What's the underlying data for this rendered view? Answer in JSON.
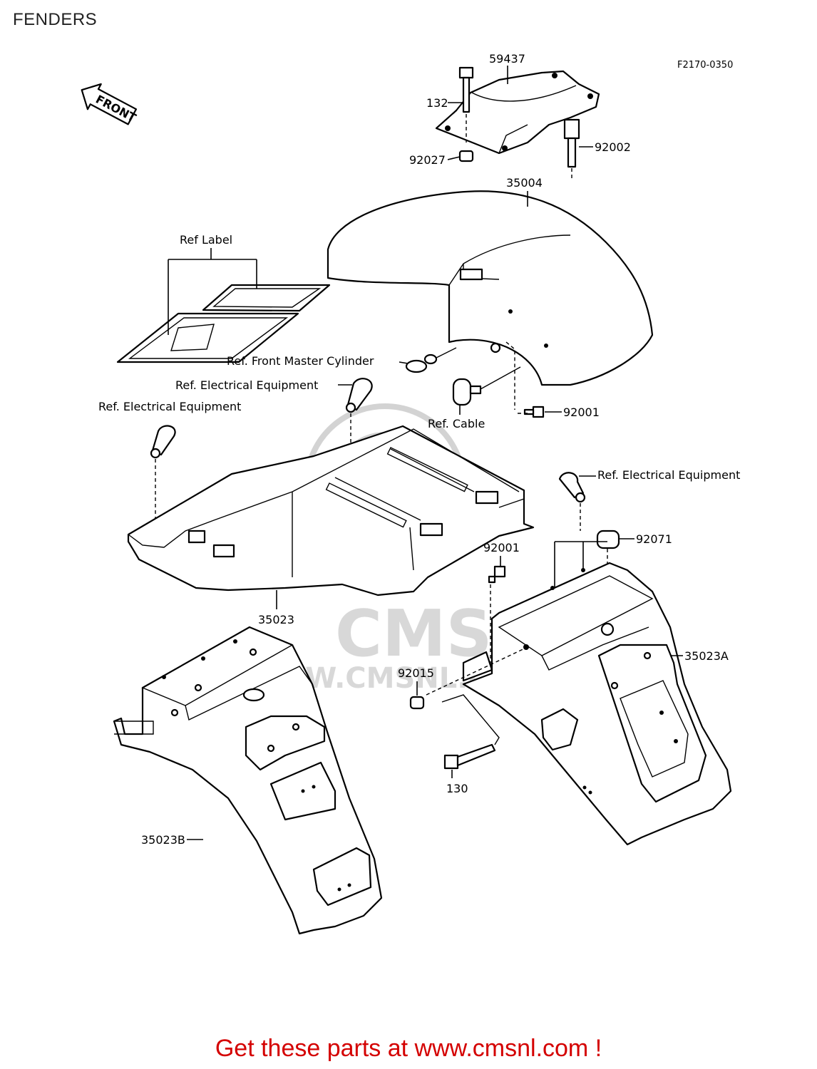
{
  "page": {
    "title": "FENDERS",
    "figure_code": "F2170-0350"
  },
  "front_arrow": {
    "text": "FRONT"
  },
  "callouts": {
    "p59437": "59437",
    "p132": "132",
    "p92002": "92002",
    "p92027": "92027",
    "p35004": "35004",
    "ref_label": "Ref Label",
    "ref_front_master_cylinder": "Ref. Front Master Cylinder",
    "ref_electrical_equipment_1": "Ref. Electrical Equipment",
    "ref_electrical_equipment_2": "Ref. Electrical Equipment",
    "ref_electrical_equipment_3": "Ref. Electrical Equipment",
    "ref_cable": "Ref. Cable",
    "p92001_a": "92001",
    "p92001_b": "92001",
    "p92071": "92071",
    "p35023": "35023",
    "p35023A": "35023A",
    "p92015": "92015",
    "p130": "130",
    "p35023B": "35023B"
  },
  "watermark": {
    "brand": "CMS",
    "url_text": "WWW.CMSNL.COM"
  },
  "footer": {
    "text": "Get these parts at www.cmsnl.com !",
    "color": "#d40000"
  }
}
